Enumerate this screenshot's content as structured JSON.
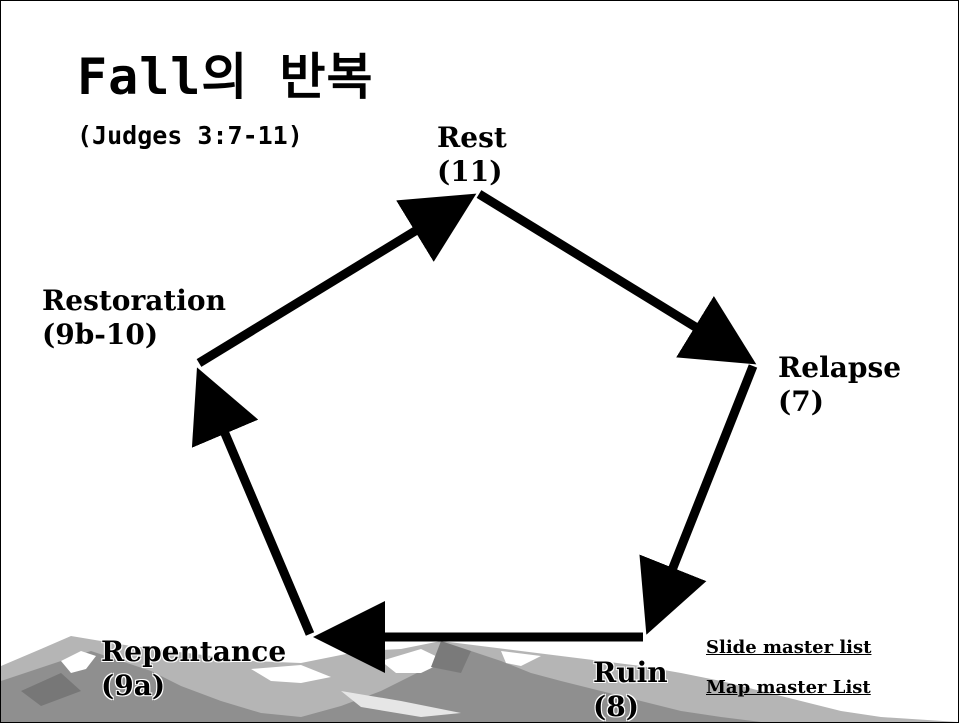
{
  "slide": {
    "title": "Fall의 반복",
    "subtitle": "(Judges 3:7-11)"
  },
  "stages": {
    "rest": {
      "name": "Rest",
      "ref": "(11)"
    },
    "relapse": {
      "name": "Relapse",
      "ref": "(7)"
    },
    "ruin": {
      "name": "Ruin",
      "ref": "(8)"
    },
    "repentance": {
      "name": "Repentance",
      "ref": "(9a)"
    },
    "restoration": {
      "name": "Restoration",
      "ref": "(9b-10)"
    }
  },
  "links": {
    "slide_master": "Slide master list",
    "map_master": "Map master List"
  },
  "colors": {
    "arrow": "#000000",
    "mountain_dark": "#8c8c8c",
    "mountain_light": "#b8b8b8",
    "snow": "#ffffff"
  }
}
